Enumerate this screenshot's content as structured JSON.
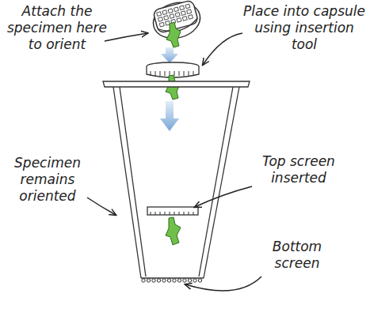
{
  "diagram": {
    "labels": [
      "Attach the specimen here to orient",
      "Place into capsule using insertion tool",
      "Specimen remains oriented",
      "Top screen inserted",
      "Bottom screen"
    ]
  }
}
